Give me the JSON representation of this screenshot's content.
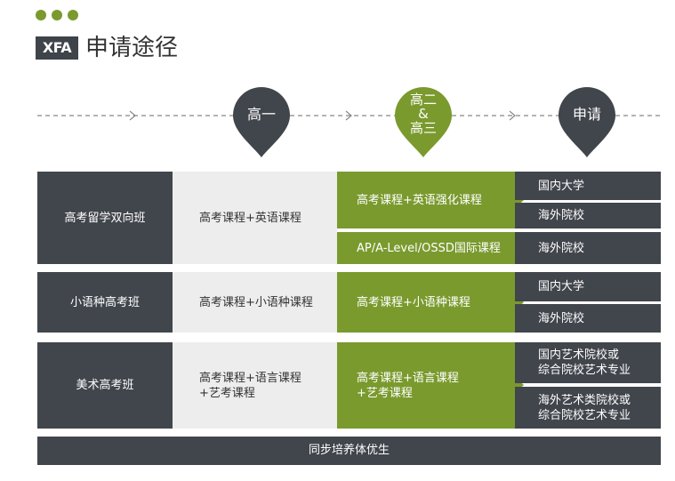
{
  "header": {
    "logo": "XFA",
    "title": "申请途径"
  },
  "timeline": {
    "stage1": "高一",
    "stage2_line1": "高二",
    "stage2_amp": "&",
    "stage2_line2": "高三",
    "stage3": "申请"
  },
  "groups": [
    {
      "name": "高考留学双向班",
      "base": "高考课程+英语课程",
      "tracks": [
        "高考课程+英语强化课程",
        "AP/A-Level/OSSD国际课程"
      ],
      "outcomes": [
        "国内大学",
        "海外院校",
        "海外院校"
      ]
    },
    {
      "name": "小语种高考班",
      "base": "高考课程+小语种课程",
      "tracks": [
        "高考课程+小语种课程"
      ],
      "outcomes": [
        "国内大学",
        "海外院校"
      ]
    },
    {
      "name": "美术高考班",
      "base_line1": "高考课程+语言课程",
      "base_line2": "+艺考课程",
      "track_line1": "高考课程+语言课程",
      "track_line2": "+艺考课程",
      "outcome1_line1": "国内艺术院校或",
      "outcome1_line2": "综合院校艺术专业",
      "outcome2_line1": "海外艺术类院校或",
      "outcome2_line2": "综合院校艺术专业"
    }
  ],
  "footer": "同步培养体优生",
  "colors": {
    "dark": "#41454c",
    "green": "#7a9a2e",
    "light": "#ededed"
  }
}
